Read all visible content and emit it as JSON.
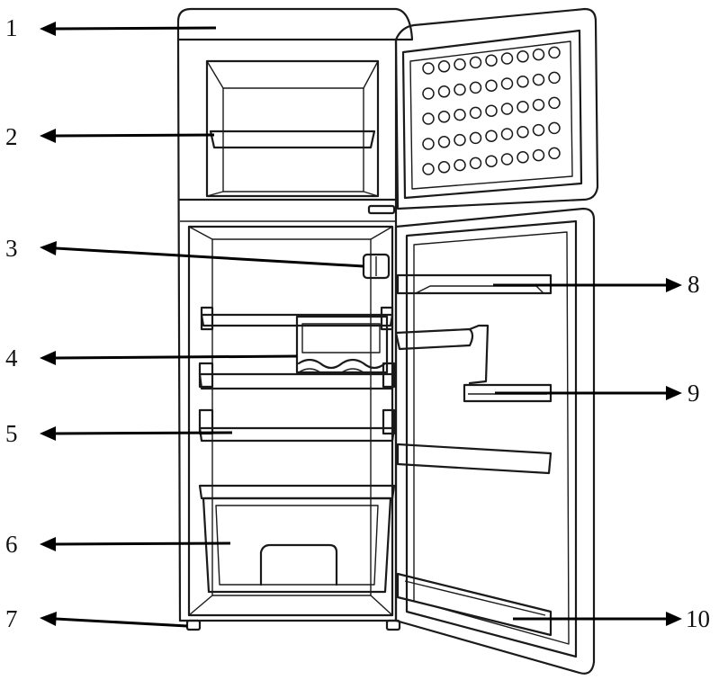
{
  "callouts": [
    {
      "number": "1",
      "part": "top-cover"
    },
    {
      "number": "2",
      "part": "freezer-shelf"
    },
    {
      "number": "3",
      "part": "thermostat-light"
    },
    {
      "number": "4",
      "part": "bottle-rack"
    },
    {
      "number": "5",
      "part": "glass-shelf"
    },
    {
      "number": "6",
      "part": "crisper-drawer"
    },
    {
      "number": "7",
      "part": "adjustable-foot"
    },
    {
      "number": "8",
      "part": "upper-door-shelf"
    },
    {
      "number": "9",
      "part": "middle-door-shelf"
    },
    {
      "number": "10",
      "part": "bottom-door-shelf"
    }
  ],
  "colors": {
    "line": "#1a1a1a",
    "arrow": "#000000",
    "background": "#ffffff"
  }
}
